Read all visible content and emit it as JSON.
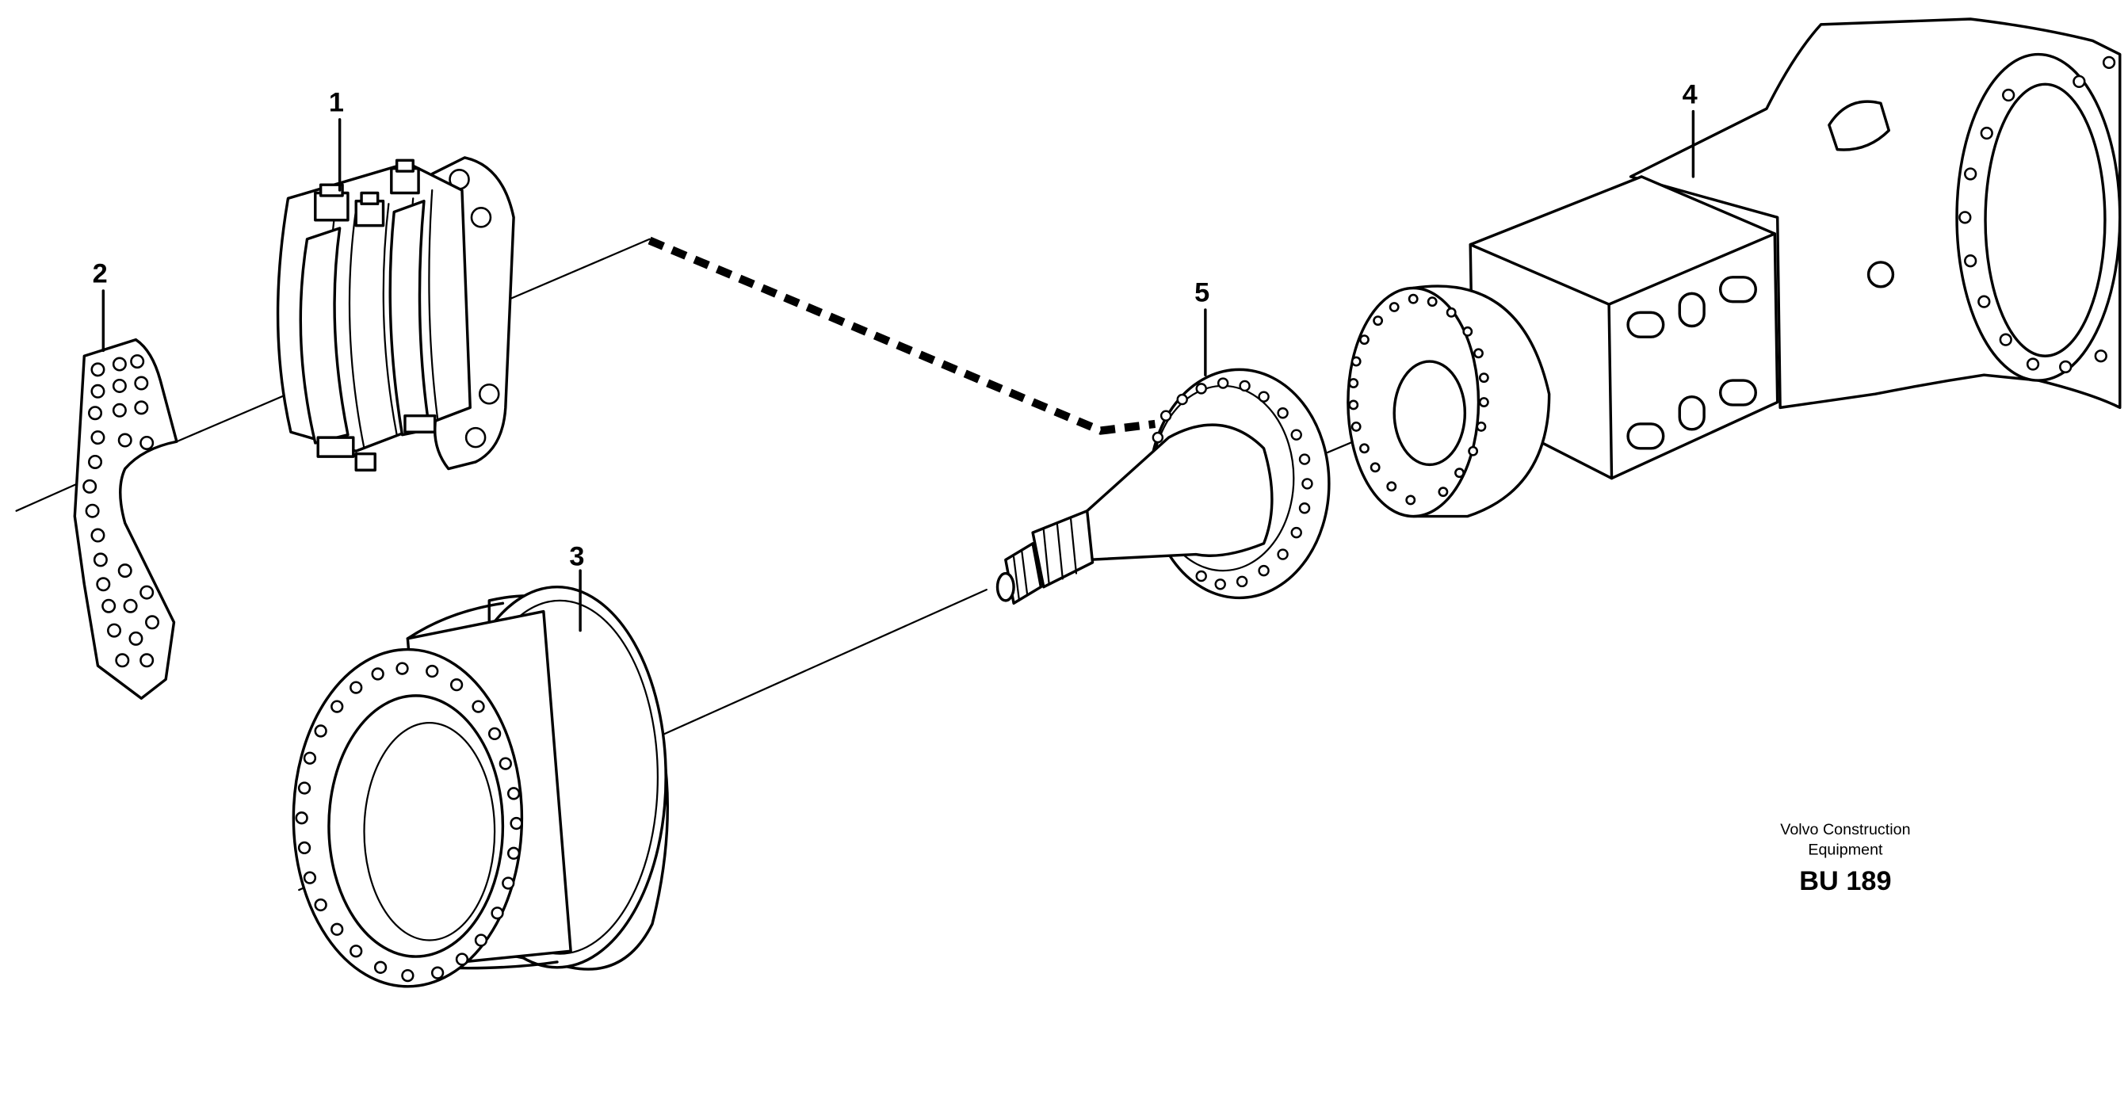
{
  "drawing": {
    "callouts": {
      "caliper": "1",
      "bracket": "2",
      "brake_disc": "3",
      "axle_housing": "4",
      "hub_shaft": "5"
    },
    "caption": {
      "line1": "Volvo Construction",
      "line2": "Equipment",
      "code": "BU 189"
    }
  }
}
